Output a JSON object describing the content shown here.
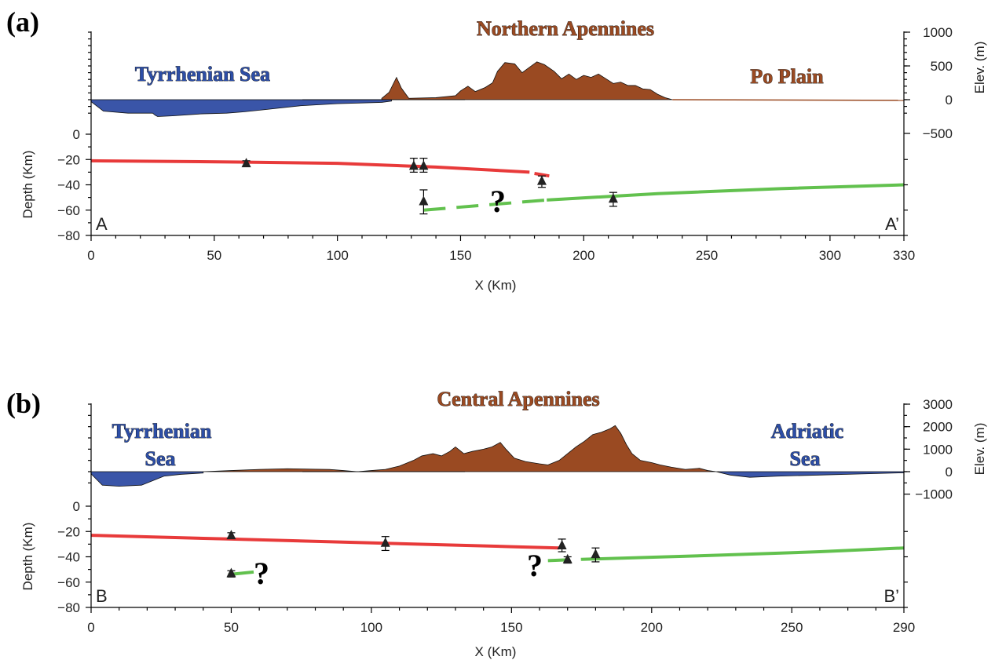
{
  "chart_data": [
    {
      "type": "line",
      "panel": "(a)",
      "title": "Northern Apennines",
      "xlabel": "X (Km)",
      "ylabel_left": "Depth (Km)",
      "ylabel_right": "Elev. (m)",
      "xlim": [
        0,
        330
      ],
      "ylim_depth": [
        -80,
        0
      ],
      "ylim_elev": [
        -500,
        1000
      ],
      "x_ticks": [
        "0",
        "50",
        "100",
        "150",
        "200",
        "250",
        "300",
        "330"
      ],
      "x_tick_values": [
        0,
        50,
        100,
        150,
        200,
        250,
        300,
        330
      ],
      "depth_ticks": [
        "0",
        "−20",
        "−40",
        "−60",
        "−80"
      ],
      "depth_tick_values": [
        0,
        -20,
        -40,
        -60,
        -80
      ],
      "elev_ticks": [
        "1000",
        "500",
        "0",
        "−500"
      ],
      "elev_tick_values": [
        1000,
        500,
        0,
        -500
      ],
      "corner_left": "A",
      "corner_right": "A’",
      "region_labels": [
        {
          "text": "Tyrrhenian Sea",
          "color": "#2d4ea6"
        },
        {
          "text": "Po Plain",
          "color": "#9a4a22"
        }
      ],
      "topography": {
        "land_color": "#9a4a22",
        "sea_color": "#3a55a8",
        "land": [
          [
            118,
            20
          ],
          [
            121,
            110
          ],
          [
            124,
            330
          ],
          [
            126,
            170
          ],
          [
            129,
            20
          ],
          [
            140,
            30
          ],
          [
            148,
            60
          ],
          [
            150,
            130
          ],
          [
            153,
            200
          ],
          [
            156,
            120
          ],
          [
            160,
            180
          ],
          [
            163,
            250
          ],
          [
            165,
            420
          ],
          [
            168,
            550
          ],
          [
            172,
            530
          ],
          [
            175,
            400
          ],
          [
            178,
            480
          ],
          [
            181,
            560
          ],
          [
            184,
            520
          ],
          [
            188,
            420
          ],
          [
            191,
            310
          ],
          [
            194,
            380
          ],
          [
            197,
            300
          ],
          [
            200,
            360
          ],
          [
            203,
            330
          ],
          [
            206,
            380
          ],
          [
            209,
            310
          ],
          [
            212,
            240
          ],
          [
            215,
            260
          ],
          [
            218,
            210
          ],
          [
            221,
            210
          ],
          [
            224,
            160
          ],
          [
            227,
            150
          ],
          [
            230,
            80
          ],
          [
            233,
            30
          ],
          [
            236,
            0
          ]
        ],
        "sea": [
          [
            0,
            -30
          ],
          [
            5,
            -170
          ],
          [
            15,
            -200
          ],
          [
            25,
            -200
          ],
          [
            26,
            -230
          ],
          [
            27,
            -250
          ],
          [
            33,
            -240
          ],
          [
            45,
            -210
          ],
          [
            55,
            -200
          ],
          [
            62,
            -180
          ],
          [
            70,
            -150
          ],
          [
            85,
            -90
          ],
          [
            100,
            -60
          ],
          [
            118,
            -40
          ],
          [
            122,
            -20
          ]
        ],
        "lowland": [
          [
            236,
            0
          ],
          [
            330,
            -10
          ]
        ]
      },
      "series": [
        {
          "name": "",
          "color": "#e83a3a",
          "segments": [
            {
              "style": "solid",
              "points": [
                [
                  0,
                  -21
                ],
                [
                  60,
                  -22
                ],
                [
                  100,
                  -23
                ],
                [
                  140,
                  -26
                ],
                [
                  178,
                  -30
                ]
              ]
            },
            {
              "style": "solid",
              "points": [
                [
                  180,
                  -31
                ],
                [
                  186,
                  -33
                ]
              ]
            }
          ]
        },
        {
          "name": "",
          "color": "#62c14e",
          "segments": [
            {
              "style": "dashed",
              "points": [
                [
                  135,
                  -60
                ],
                [
                  185,
                  -52
                ]
              ]
            },
            {
              "style": "solid",
              "points": [
                [
                  185,
                  -52
                ],
                [
                  230,
                  -47
                ],
                [
                  280,
                  -43
                ],
                [
                  330,
                  -40
                ]
              ]
            }
          ]
        }
      ],
      "points": [
        {
          "x": 63,
          "y": -23,
          "err_low": -25,
          "err_high": -21
        },
        {
          "x": 131,
          "y": -25,
          "err_low": -30,
          "err_high": -19
        },
        {
          "x": 135,
          "y": -25,
          "err_low": -30,
          "err_high": -19
        },
        {
          "x": 135,
          "y": -53,
          "err_low": -63,
          "err_high": -44
        },
        {
          "x": 183,
          "y": -37,
          "err_low": -42,
          "err_high": -33
        },
        {
          "x": 212,
          "y": -51,
          "err_low": -57,
          "err_high": -46
        }
      ],
      "question_marks": [
        "?"
      ]
    },
    {
      "type": "line",
      "panel": "(b)",
      "title": "Central Apennines",
      "xlabel": "X (Km)",
      "ylabel_left": "Depth (Km)",
      "ylabel_right": "Elev. (m)",
      "xlim": [
        0,
        290
      ],
      "ylim_depth": [
        -80,
        0
      ],
      "ylim_elev": [
        -1000,
        3000
      ],
      "x_ticks": [
        "0",
        "50",
        "100",
        "150",
        "200",
        "250",
        "290"
      ],
      "x_tick_values": [
        0,
        50,
        100,
        150,
        200,
        250,
        290
      ],
      "depth_ticks": [
        "0",
        "−20",
        "−40",
        "−60",
        "−80"
      ],
      "depth_tick_values": [
        0,
        -20,
        -40,
        -60,
        -80
      ],
      "elev_ticks": [
        "3000",
        "2000",
        "1000",
        "0",
        "−1000"
      ],
      "elev_tick_values": [
        3000,
        2000,
        1000,
        0,
        -1000
      ],
      "corner_left": "B",
      "corner_right": "B’",
      "region_labels": [
        {
          "text": "Tyrrhenian",
          "color": "#2d4ea6"
        },
        {
          "text": "Sea",
          "color": "#2d4ea6"
        },
        {
          "text": "Adriatic",
          "color": "#2d4ea6"
        },
        {
          "text": "Sea",
          "color": "#2d4ea6"
        }
      ],
      "topography": {
        "land_color": "#9a4a22",
        "sea_color": "#3a55a8",
        "land": [
          [
            40,
            0
          ],
          [
            50,
            50
          ],
          [
            60,
            100
          ],
          [
            70,
            130
          ],
          [
            80,
            110
          ],
          [
            85,
            100
          ],
          [
            90,
            50
          ],
          [
            95,
            0
          ],
          [
            100,
            50
          ],
          [
            105,
            100
          ],
          [
            110,
            250
          ],
          [
            115,
            500
          ],
          [
            118,
            700
          ],
          [
            122,
            800
          ],
          [
            125,
            700
          ],
          [
            128,
            900
          ],
          [
            130,
            1100
          ],
          [
            133,
            800
          ],
          [
            136,
            900
          ],
          [
            140,
            1000
          ],
          [
            143,
            1100
          ],
          [
            146,
            1300
          ],
          [
            148,
            1000
          ],
          [
            151,
            600
          ],
          [
            155,
            450
          ],
          [
            160,
            350
          ],
          [
            163,
            300
          ],
          [
            167,
            500
          ],
          [
            170,
            800
          ],
          [
            173,
            1100
          ],
          [
            176,
            1350
          ],
          [
            179,
            1650
          ],
          [
            182,
            1750
          ],
          [
            185,
            1900
          ],
          [
            187,
            2050
          ],
          [
            189,
            1700
          ],
          [
            191,
            1200
          ],
          [
            193,
            800
          ],
          [
            196,
            500
          ],
          [
            200,
            400
          ],
          [
            203,
            300
          ],
          [
            207,
            200
          ],
          [
            212,
            100
          ],
          [
            217,
            150
          ],
          [
            220,
            50
          ],
          [
            223,
            0
          ]
        ],
        "sea": [
          [
            0,
            -100
          ],
          [
            4,
            -600
          ],
          [
            10,
            -650
          ],
          [
            18,
            -600
          ],
          [
            22,
            -400
          ],
          [
            26,
            -200
          ],
          [
            32,
            -120
          ],
          [
            40,
            -60
          ]
        ],
        "sea2": [
          [
            223,
            0
          ],
          [
            228,
            -150
          ],
          [
            235,
            -250
          ],
          [
            245,
            -200
          ],
          [
            260,
            -150
          ],
          [
            275,
            -100
          ],
          [
            290,
            -50
          ]
        ]
      },
      "series": [
        {
          "name": "",
          "color": "#e83a3a",
          "segments": [
            {
              "style": "solid",
              "points": [
                [
                  0,
                  -23
                ],
                [
                  50,
                  -26
                ],
                [
                  100,
                  -29
                ],
                [
                  150,
                  -32
                ],
                [
                  167,
                  -33
                ]
              ]
            }
          ]
        },
        {
          "name": "",
          "color": "#62c14e",
          "segments": [
            {
              "style": "solid",
              "points": [
                [
                  49,
                  -54
                ],
                [
                  58,
                  -52
                ]
              ]
            },
            {
              "style": "dashed",
              "points": [
                [
                  163,
                  -43
                ],
                [
                  175,
                  -42
                ]
              ]
            },
            {
              "style": "solid",
              "points": [
                [
                  175,
                  -42
                ],
                [
                  220,
                  -39
                ],
                [
                  260,
                  -36
                ],
                [
                  290,
                  -33
                ]
              ]
            }
          ]
        }
      ],
      "points": [
        {
          "x": 50,
          "y": -23,
          "err_low": -25,
          "err_high": -21
        },
        {
          "x": 105,
          "y": -29,
          "err_low": -35,
          "err_high": -24
        },
        {
          "x": 168,
          "y": -31,
          "err_low": -36,
          "err_high": -26
        },
        {
          "x": 170,
          "y": -42,
          "err_low": -45,
          "err_high": -40
        },
        {
          "x": 180,
          "y": -38,
          "err_low": -44,
          "err_high": -33
        },
        {
          "x": 50,
          "y": -53,
          "err_low": -56,
          "err_high": -51
        }
      ],
      "question_marks": [
        "?",
        "?"
      ]
    }
  ]
}
